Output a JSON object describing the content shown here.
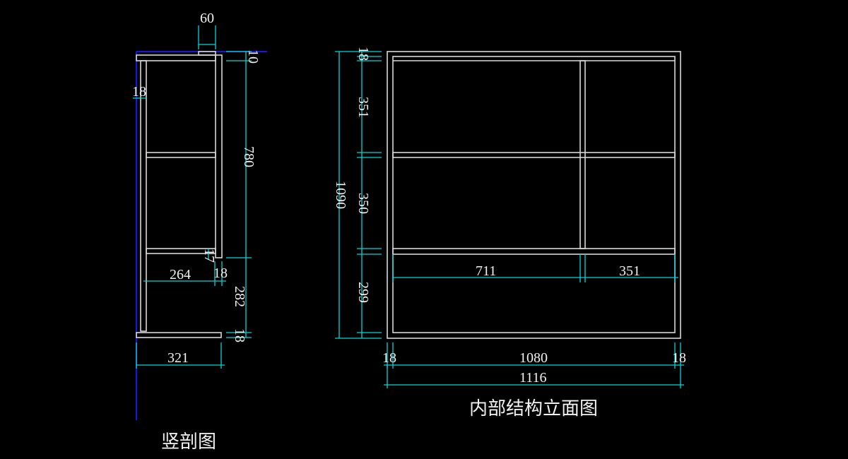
{
  "section_view": {
    "title": "竖剖图",
    "dims": {
      "top_width": "60",
      "top_thickness": "10",
      "side_thickness": "18",
      "upper_height": "780",
      "shelf_gap": "17",
      "inner_depth": "264",
      "back_thickness": "18",
      "lower_height": "282",
      "bottom_thickness": "18",
      "total_depth": "321"
    }
  },
  "elevation_view": {
    "title": "内部结构立面图",
    "dims": {
      "total_height": "1090",
      "top_rail": "18",
      "upper_bay": "351",
      "middle_bay": "350",
      "lower_bay": "299",
      "left_bay_width": "711",
      "right_bay_width": "351",
      "left_side": "18",
      "inner_width": "1080",
      "right_side": "18",
      "total_width": "1116"
    }
  },
  "colors": {
    "background": "#000000",
    "lines": "#d8d8d8",
    "dimension": "#00d8d8",
    "axis": "#1a1aff"
  }
}
